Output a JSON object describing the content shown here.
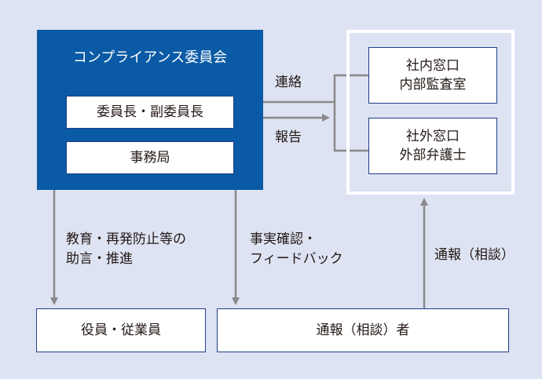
{
  "committee": {
    "title": "コンプライアンス委員会",
    "chair": "委員長・副委員長",
    "secretariat": "事務局"
  },
  "external": {
    "internal_contact": [
      "社内窓口",
      "内部監査室"
    ],
    "external_contact": [
      "社外窓口",
      "外部弁護士"
    ]
  },
  "labels": {
    "contact": "連絡",
    "report": "報告",
    "education": [
      "教育・再発防止等の",
      "助言・推進"
    ],
    "fact_check": [
      "事実確認・",
      "フィードバック"
    ],
    "whistleblow": "通報（相談）"
  },
  "bottom": {
    "staff": "役員・従業員",
    "reporter": "通報（相談）者"
  },
  "colors": {
    "background": "#dde3f2",
    "committee_blue": "#0a5aa5",
    "arrow_gray": "#8a8a8a",
    "border_navy": "#1f3f86"
  }
}
